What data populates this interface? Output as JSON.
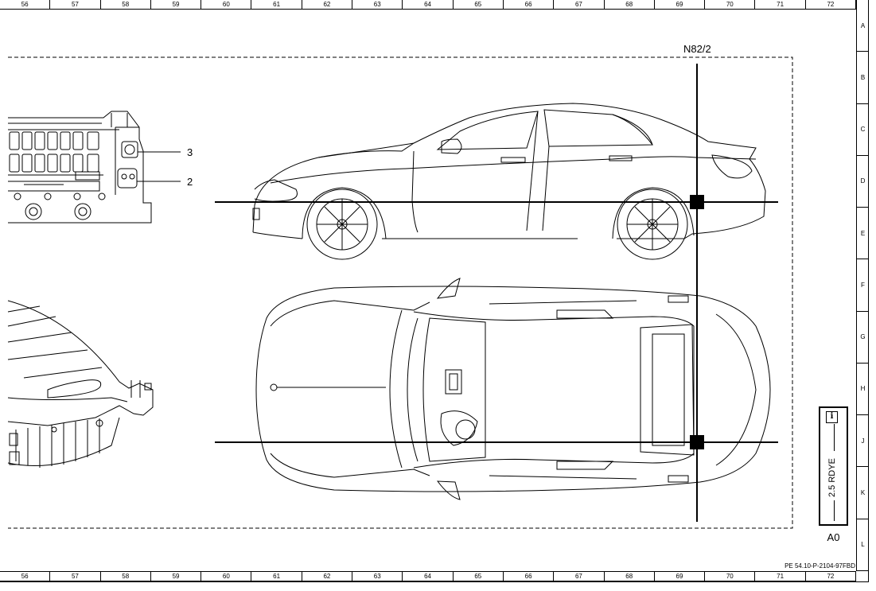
{
  "sheet": {
    "columns": [
      "56",
      "57",
      "58",
      "59",
      "60",
      "61",
      "62",
      "63",
      "64",
      "65",
      "66",
      "67",
      "68",
      "69",
      "70",
      "71",
      "72"
    ],
    "rows": [
      "A",
      "B",
      "C",
      "D",
      "E",
      "F",
      "G",
      "H",
      "J",
      "K",
      "L"
    ],
    "document_id": "PE 54.10-P-2104-97FBD"
  },
  "component": {
    "designation": "N82/2",
    "pin_labels": [
      "3",
      "2"
    ]
  },
  "wire": {
    "spec": "2.5 RDYE",
    "info_icon": "info-icon"
  },
  "location": "A0"
}
